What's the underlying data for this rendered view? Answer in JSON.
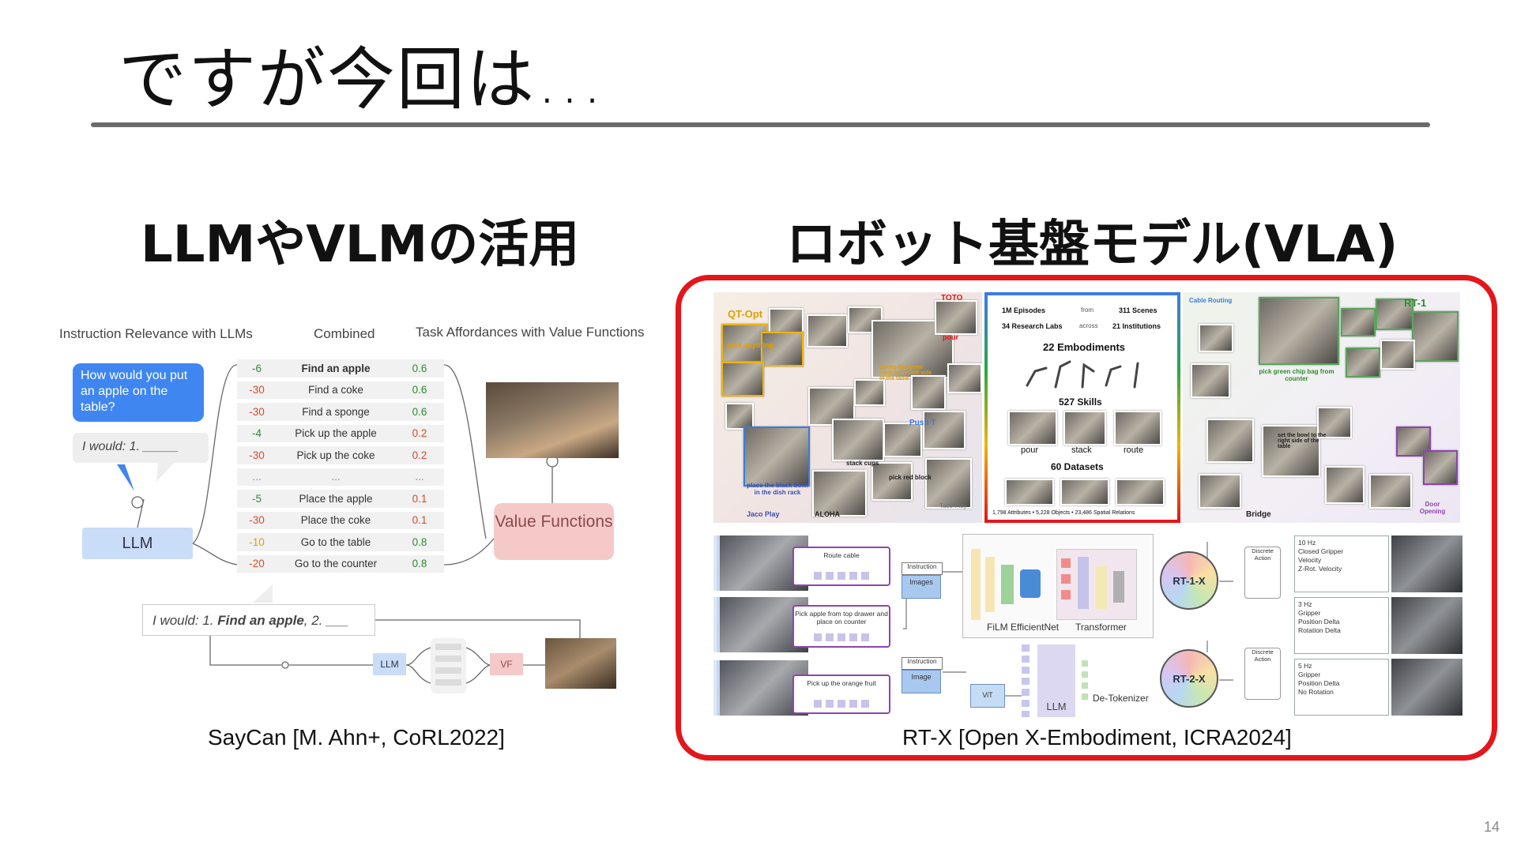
{
  "slide": {
    "title": "ですが今回は…",
    "page_number": "14"
  },
  "left": {
    "heading": "LLMやVLMの活用",
    "caption": "SayCan [M. Ahn+, CoRL2022]",
    "figure": {
      "header_left": "Instruction Relevance with LLMs",
      "header_mid": "Combined",
      "header_right": "Task Affordances with Value Functions",
      "question": "How would you put an apple on the table?",
      "prompt": "I would: 1. _____",
      "llm_label": "LLM",
      "value_functions_label": "Value Functions",
      "rows": [
        {
          "llm": "-6",
          "text": "Find an apple",
          "vf": "0.6"
        },
        {
          "llm": "-30",
          "text": "Find a coke",
          "vf": "0.6"
        },
        {
          "llm": "-30",
          "text": "Find a sponge",
          "vf": "0.6"
        },
        {
          "llm": "-4",
          "text": "Pick up the apple",
          "vf": "0.2"
        },
        {
          "llm": "-30",
          "text": "Pick up the coke",
          "vf": "0.2"
        },
        {
          "llm": "...",
          "text": "...",
          "vf": "..."
        },
        {
          "llm": "-5",
          "text": "Place the apple",
          "vf": "0.1"
        },
        {
          "llm": "-30",
          "text": "Place the coke",
          "vf": "0.1"
        },
        {
          "llm": "-10",
          "text": "Go to the table",
          "vf": "0.8"
        },
        {
          "llm": "-20",
          "text": "Go to the counter",
          "vf": "0.8"
        }
      ],
      "next_prompt_prefix": "I would: 1. ",
      "next_prompt_bold": "Find an apple",
      "next_prompt_suffix": ", 2. ___",
      "mini_llm": "LLM",
      "mini_vf": "VF"
    }
  },
  "right": {
    "heading": "ロボット基盤モデル(VLA)",
    "caption": "RT-X [Open X-Embodiment, ICRA2024]",
    "figure": {
      "panel1": {
        "qt_opt": "QT-Opt",
        "toto": "TOTO",
        "pick_anything": "pick anything",
        "pour": "pour",
        "sweep": "sweep the green cloth to the left side of the table",
        "push_t": "Push T",
        "stack_cups": "stack cups",
        "pick_red_block": "pick red block",
        "place_black_bowl": "place the black bowl in the dish rack",
        "jaco_play": "Jaco Play",
        "aloha": "ALOHA",
        "taco_play": "Taco Play"
      },
      "panel2": {
        "episodes": "1M Episodes",
        "from": "from",
        "scenes": "311 Scenes",
        "labs": "34 Research Labs",
        "across": "across",
        "institutions": "21 Institutions",
        "embodiments": "22 Embodiments",
        "skills": "527 Skills",
        "skill_pour": "pour",
        "skill_stack": "stack",
        "skill_route": "route",
        "datasets": "60 Datasets",
        "stats": "1,798 Attributes • 5,228 Objects • 23,486 Spatial Relations"
      },
      "panel3": {
        "cable_routing": "Cable Routing",
        "rt1": "RT-1",
        "pick_chip_bag": "pick green chip bag from counter",
        "set_bowl": "set the bowl to the right side of the table",
        "bridge": "Bridge",
        "door_opening": "Door Opening"
      },
      "bottom": {
        "instr1": "Route cable",
        "instr2": "Pick apple from top drawer and place on counter",
        "instr3": "Pick up the orange fruit",
        "instruction": "Instruction",
        "images": "Images",
        "image": "Image",
        "film": "FiLM EfficientNet",
        "transformer": "Transformer",
        "rt1x": "RT-1-X",
        "rt2x": "RT-2-X",
        "vit": "ViT",
        "llm": "LLM",
        "detokenizer": "De-Tokenizer",
        "discrete_action": "Discrete Action",
        "out1": [
          "10 Hz",
          "Closed Gripper",
          "Velocity",
          "Z-Rot. Velocity"
        ],
        "out2": [
          "3 Hz",
          "Gripper",
          "Position Delta",
          "Rotation Delta"
        ],
        "out3": [
          "5 Hz",
          "Gripper",
          "Position Delta",
          "No Rotation"
        ]
      }
    }
  },
  "colors": {
    "frame_red": "#e3161c",
    "bubble_blue": "#3f86f1",
    "llm_blue": "#c9dcf8",
    "vf_pink": "#f6c9c9",
    "score_red": "#d94a2a",
    "score_green": "#2e8b2e"
  }
}
